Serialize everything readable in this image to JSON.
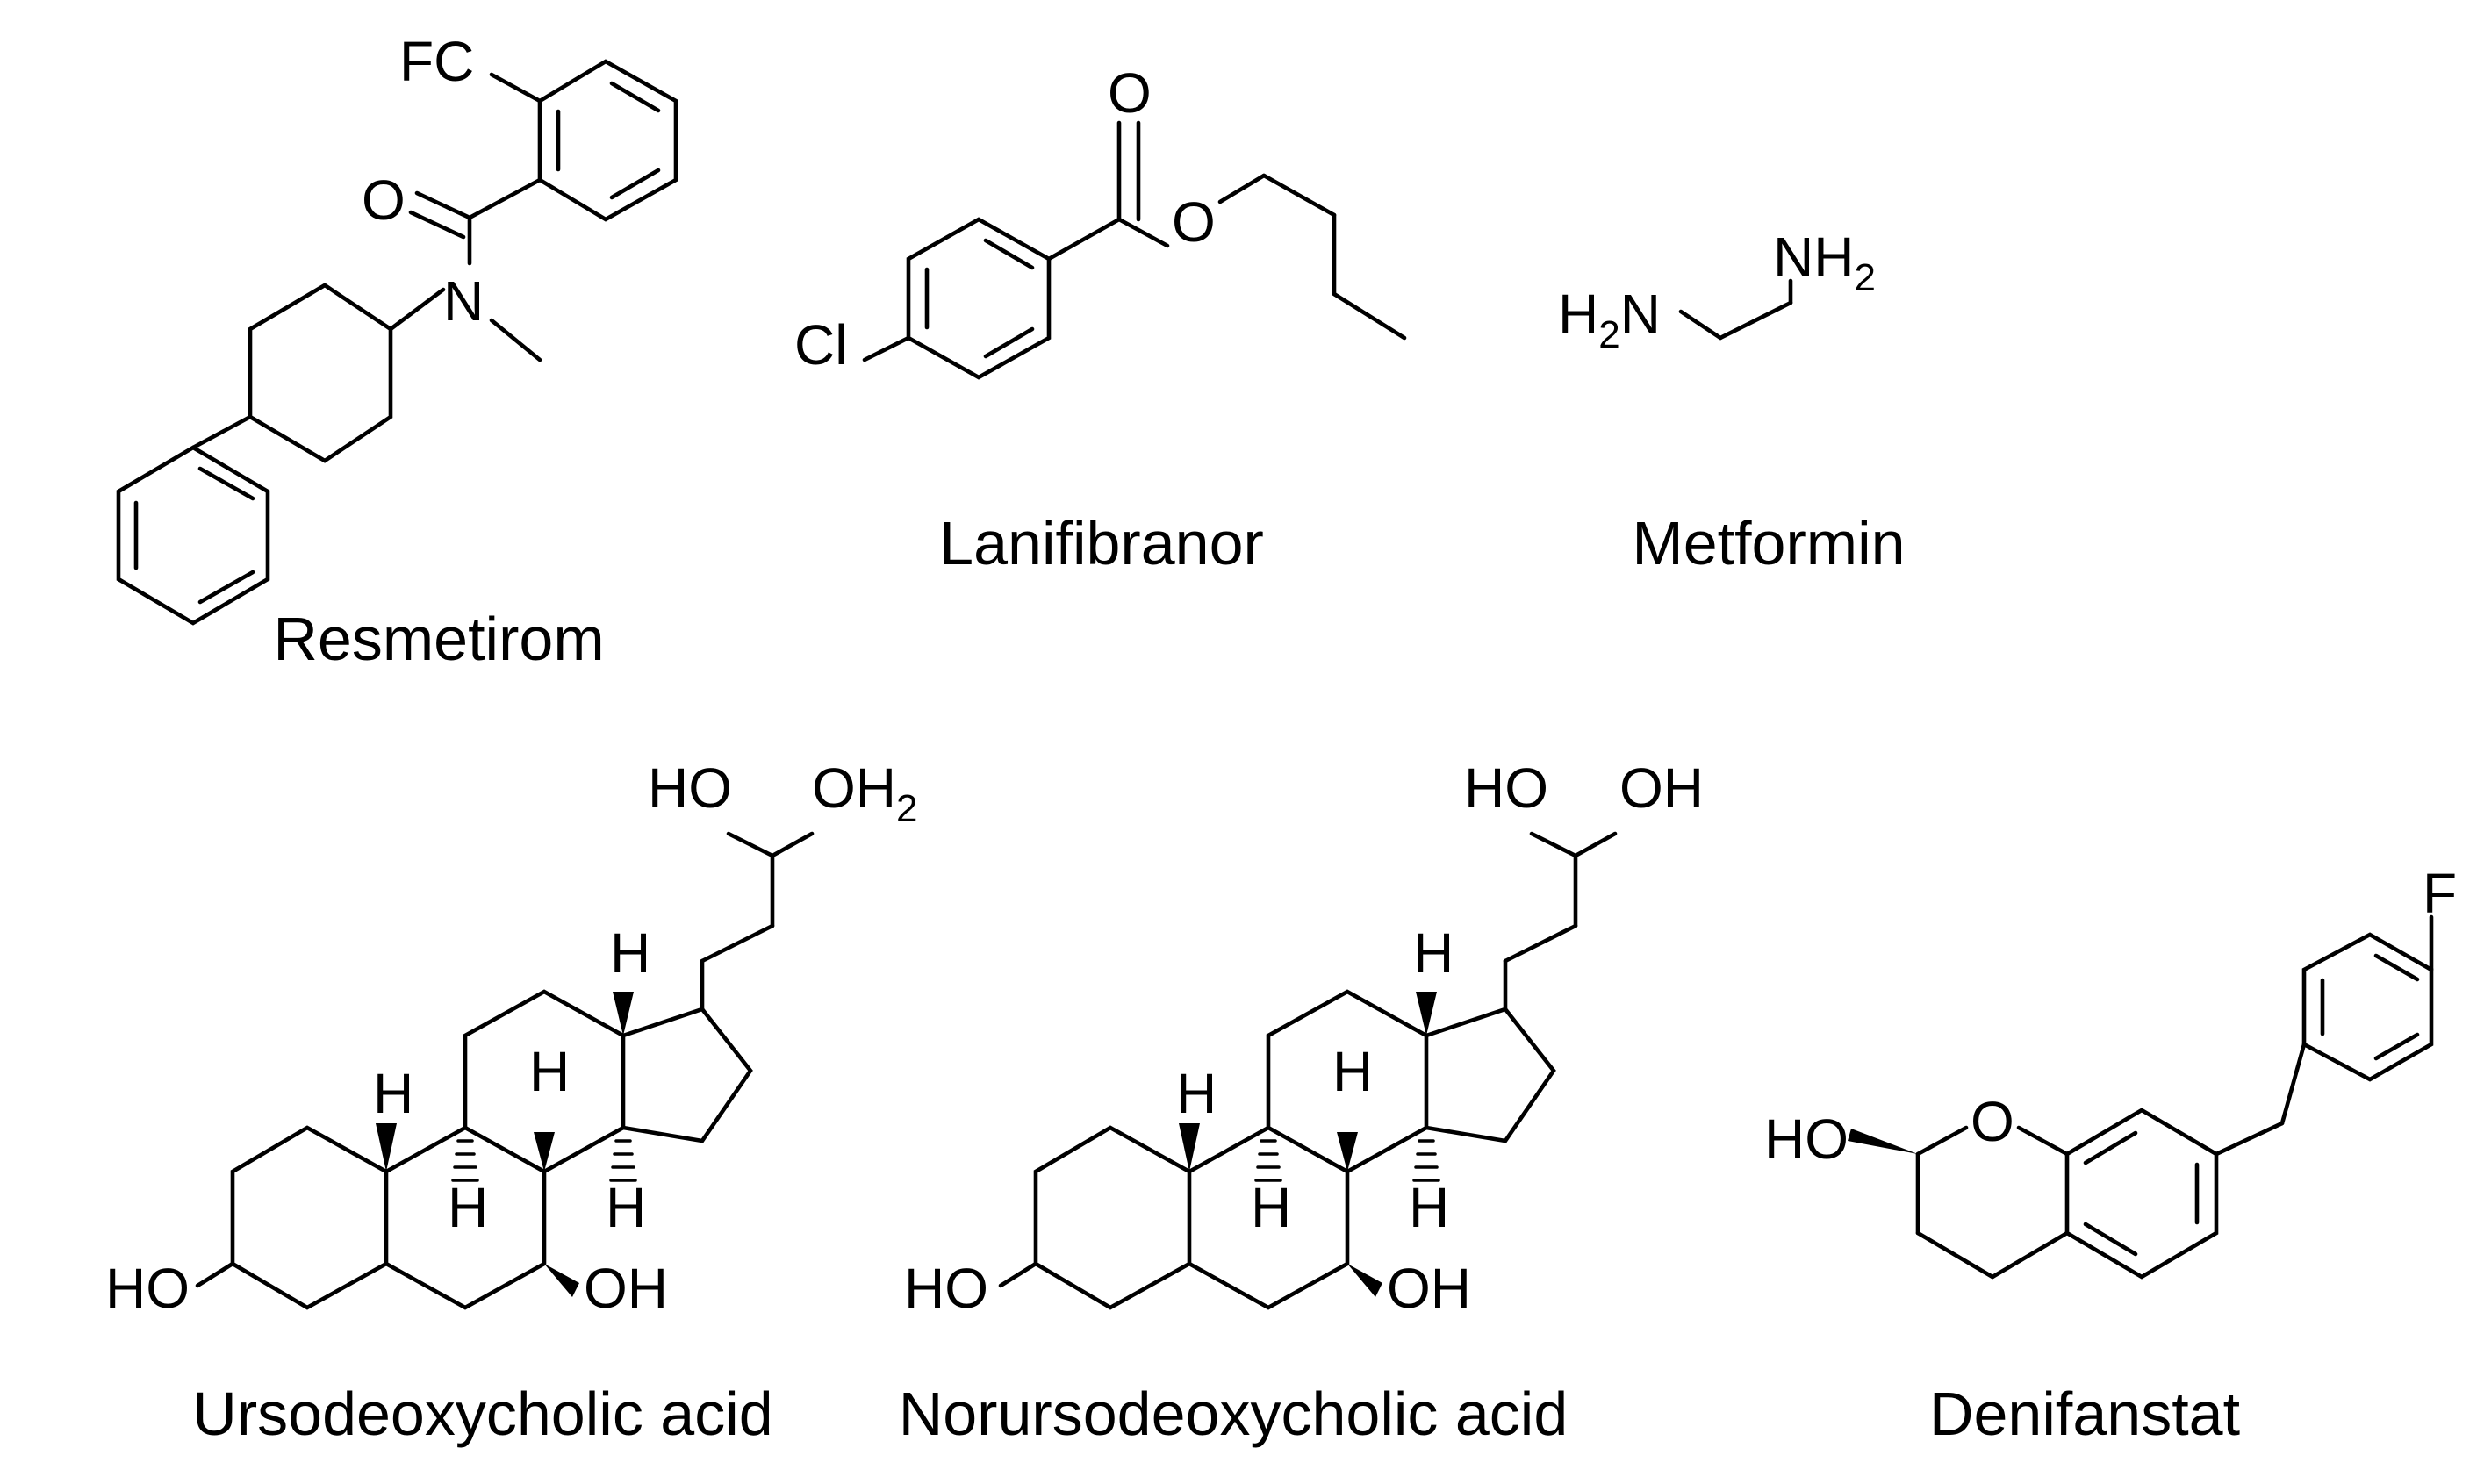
{
  "molecules": {
    "resmetirom": {
      "name": "Resmetirom",
      "atoms": {
        "fc": "FC",
        "o": "O",
        "n": "N"
      }
    },
    "lanifibranor": {
      "name": "Lanifibranor",
      "atoms": {
        "o_carbonyl": "O",
        "o_ester": "O",
        "cl": "Cl"
      }
    },
    "metformin": {
      "name": "Metformin",
      "atoms": {
        "nh2_right": "NH",
        "nh2_right_sub": "2",
        "h2n_left": "H",
        "h2n_left_sub": "2",
        "h2n_left_n": "N"
      }
    },
    "ursodeoxycholic_acid": {
      "name": "Ursodeoxycholic acid",
      "atoms": {
        "ho_top": "HO",
        "oh2_top": "OH",
        "oh2_sub": "2",
        "ho_left": "HO",
        "oh_bottom": "OH",
        "h": "H"
      }
    },
    "norursodeoxycholic_acid": {
      "name": "Norursodeoxycholic acid",
      "atoms": {
        "ho_top": "HO",
        "oh_top": "OH",
        "ho_left": "HO",
        "oh_bottom": "OH",
        "h": "H"
      }
    },
    "denifanstat": {
      "name": "Denifanstat",
      "atoms": {
        "f": "F",
        "o_ring": "O",
        "ho": "HO"
      }
    }
  }
}
